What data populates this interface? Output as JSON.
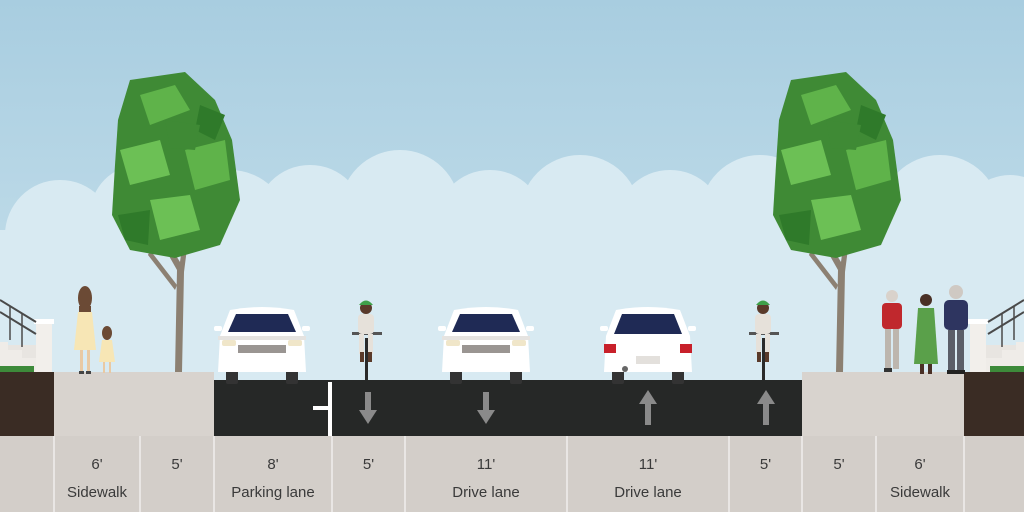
{
  "colors": {
    "sky_top": "#a9cfe0",
    "sky_bottom": "#cfe5ee",
    "cloud": "#dbecf3",
    "asphalt": "#262827",
    "sidewalk": "#d7d2cd",
    "soil": "#3a2c24",
    "label_band": "#d1ccc7",
    "tree_green": "#4c9a3c",
    "car_white": "#ffffff",
    "bike_helmet": "#3fa04a"
  },
  "segments": [
    {
      "width": "6'",
      "name": "Sidewalk"
    },
    {
      "width": "5'",
      "name": ""
    },
    {
      "width": "8'",
      "name": "Parking lane"
    },
    {
      "width": "5'",
      "name": ""
    },
    {
      "width": "11'",
      "name": "Drive lane"
    },
    {
      "width": "11'",
      "name": "Drive lane"
    },
    {
      "width": "5'",
      "name": ""
    },
    {
      "width": "5'",
      "name": ""
    },
    {
      "width": "6'",
      "name": "Sidewalk"
    }
  ],
  "lane_directions": {
    "bike_left": "down",
    "drive_left": "down",
    "drive_right": "up",
    "bike_right": "up"
  },
  "icons": [
    "tree-icon",
    "car-front-icon",
    "car-rear-icon",
    "cyclist-icon",
    "pedestrian-icon",
    "stair-railing-icon",
    "lane-arrow-icon"
  ]
}
